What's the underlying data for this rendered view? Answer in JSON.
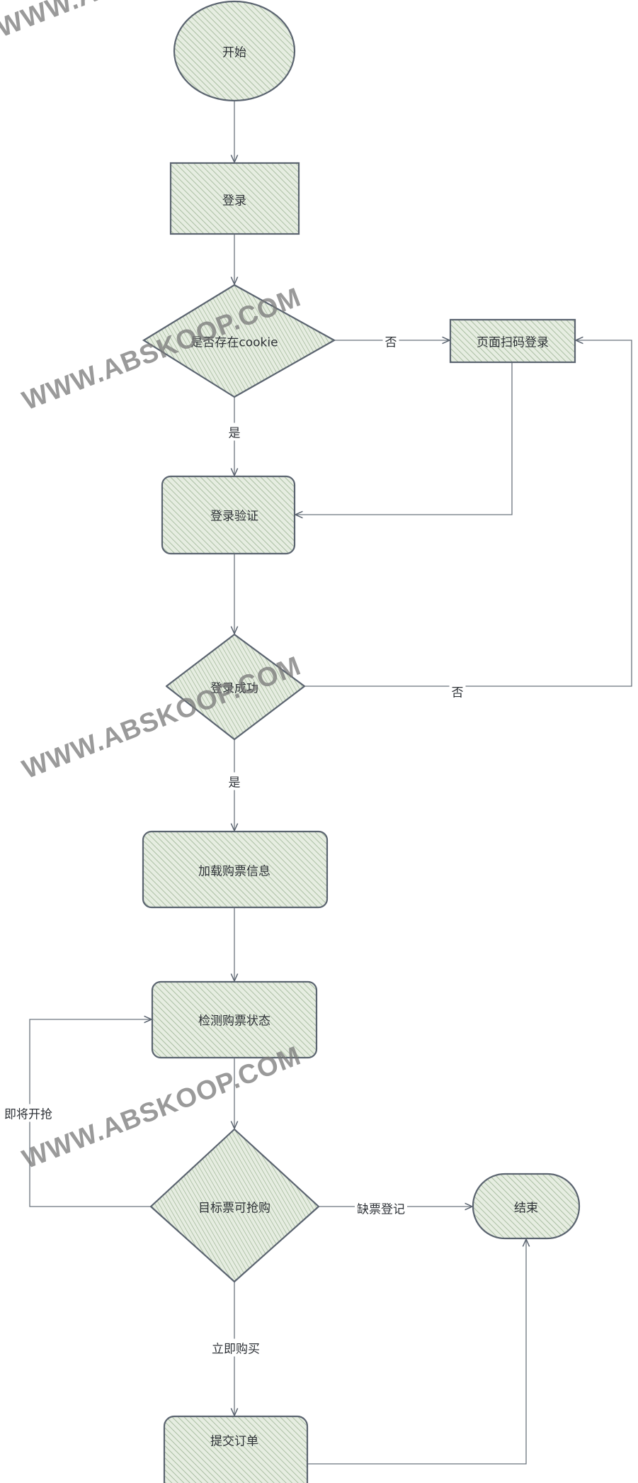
{
  "diagram": {
    "type": "flowchart",
    "colors": {
      "stroke": "#5b6470",
      "fill": "#dfe8d9",
      "hatch": "#8fa58a",
      "text": "#2f3338",
      "watermark": "#7a7a7a"
    },
    "nodes": {
      "start": {
        "label": "开始",
        "shape": "ellipse"
      },
      "login": {
        "label": "登录",
        "shape": "rect"
      },
      "cookie_check": {
        "label": "是否存在cookie",
        "shape": "diamond"
      },
      "qr_login": {
        "label": "页面扫码登录",
        "shape": "rect"
      },
      "login_verify": {
        "label": "登录验证",
        "shape": "rounded-rect"
      },
      "login_success": {
        "label": "登录成功",
        "shape": "diamond"
      },
      "load_ticket_info": {
        "label": "加载购票信息",
        "shape": "rounded-rect"
      },
      "check_ticket_status": {
        "label": "检测购票状态",
        "shape": "rounded-rect"
      },
      "ticket_available": {
        "label": "目标票可抢购",
        "shape": "diamond"
      },
      "end": {
        "label": "结束",
        "shape": "rounded-ellipse"
      },
      "submit_order": {
        "label": "提交订单",
        "shape": "rounded-rect"
      }
    },
    "edges": {
      "cookie_no": {
        "from": "cookie_check",
        "to": "qr_login",
        "label": "否"
      },
      "cookie_yes": {
        "from": "cookie_check",
        "to": "login_verify",
        "label": "是"
      },
      "qr_to_verify": {
        "from": "qr_login",
        "to": "login_verify",
        "label": ""
      },
      "success_no": {
        "from": "login_success",
        "to": "qr_login",
        "label": "否"
      },
      "success_yes": {
        "from": "login_success",
        "to": "load_ticket_info",
        "label": "是"
      },
      "soon_start": {
        "from": "ticket_available",
        "to": "check_ticket_status",
        "label": "即将开抢"
      },
      "out_of_stock": {
        "from": "ticket_available",
        "to": "end",
        "label": "缺票登记"
      },
      "buy_now": {
        "from": "ticket_available",
        "to": "submit_order",
        "label": "立即购买"
      },
      "submit_to_end": {
        "from": "submit_order",
        "to": "end",
        "label": ""
      }
    },
    "watermark_text": "WWW.ABSKOOP.COM"
  }
}
